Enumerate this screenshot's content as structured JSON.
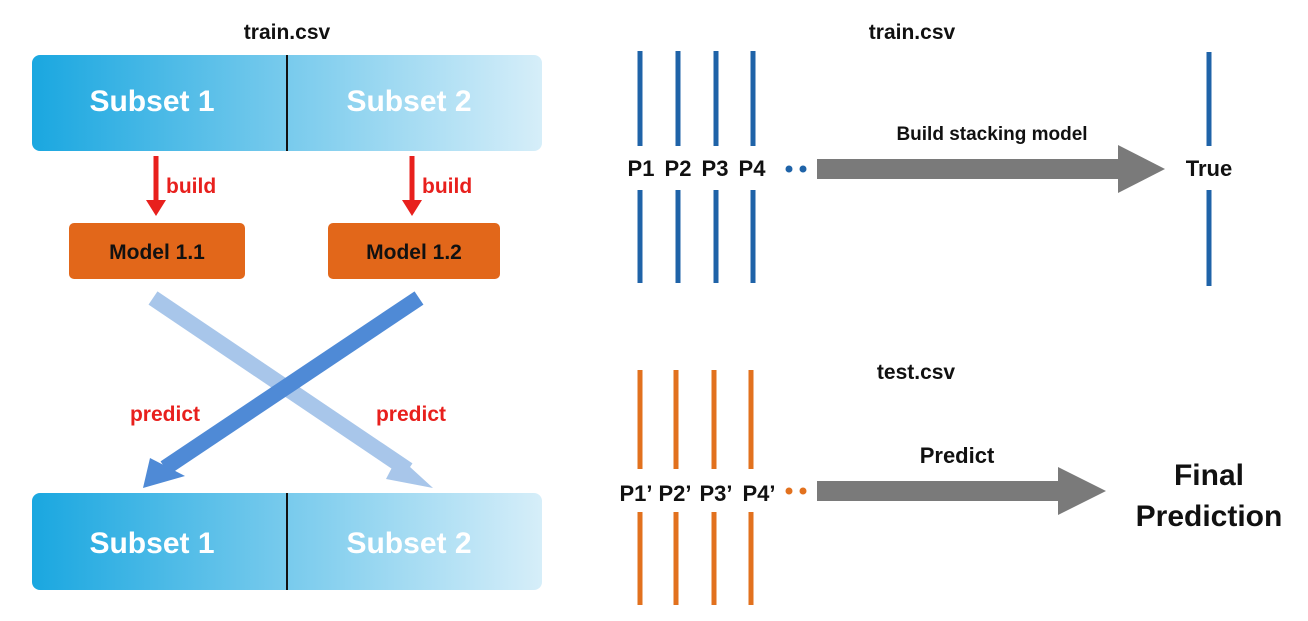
{
  "colors": {
    "subset_fill_start": "#1aa7e0",
    "subset_fill_end": "#d6eef9",
    "model_fill": "#e2671a",
    "build_arrow": "#e8201d",
    "label_red": "#e8201d",
    "cross_arrow_dark": "#4f8ad6",
    "cross_arrow_light": "#a8c6ea",
    "train_bars": "#1f63a8",
    "test_bars": "#e2711e",
    "gray_arrow": "#7a7a7a",
    "text": "#111111"
  },
  "left": {
    "title": "train.csv",
    "top_bar": {
      "subset1": "Subset 1",
      "subset2": "Subset 2"
    },
    "build_labels": [
      "build",
      "build"
    ],
    "models": [
      "Model 1.1",
      "Model 1.2"
    ],
    "predict_labels": [
      "predict",
      "predict"
    ],
    "bottom_bar": {
      "subset1": "Subset 1",
      "subset2": "Subset 2"
    }
  },
  "right_top": {
    "title": "train.csv",
    "columns": [
      "P1",
      "P2",
      "P3",
      "P4"
    ],
    "arrow_label": "Build stacking model",
    "target": "True"
  },
  "right_bottom": {
    "title": "test.csv",
    "columns": [
      "P1’",
      "P2’",
      "P3’",
      "P4’"
    ],
    "arrow_label": "Predict",
    "result_line1": "Final",
    "result_line2": "Prediction"
  }
}
